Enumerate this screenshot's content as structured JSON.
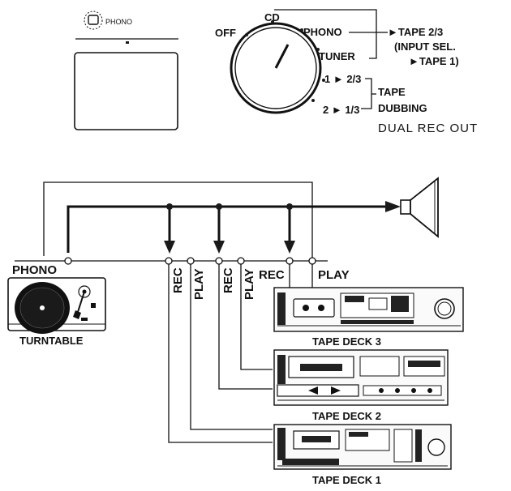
{
  "selector": {
    "indicator_label": "PHONO",
    "positions": {
      "off": "OFF",
      "cd": "CD",
      "phono": "PHONO",
      "tuner": "TUNER",
      "dub_1_to_23": "1 ► 2/3",
      "dub_2_to_13": "2 ► 1/3"
    },
    "bracket_tape23": "►TAPE 2/3",
    "bracket_inputsel": "(INPUT SEL.",
    "bracket_tape1": "►TAPE 1)",
    "tape_label": "TAPE",
    "dubbing_label": "DUBBING",
    "dual_rec_out": "DUAL REC OUT"
  },
  "connections": {
    "phono_jack": "PHONO",
    "deck1_rec": "REC",
    "deck1_play": "PLAY",
    "deck2_rec": "REC",
    "deck2_play": "PLAY",
    "deck3_rec": "REC",
    "deck3_play": "PLAY"
  },
  "devices": {
    "turntable": "TURNTABLE",
    "deck3": "TAPE DECK 3",
    "deck2": "TAPE DECK 2",
    "deck1": "TAPE DECK 1"
  }
}
